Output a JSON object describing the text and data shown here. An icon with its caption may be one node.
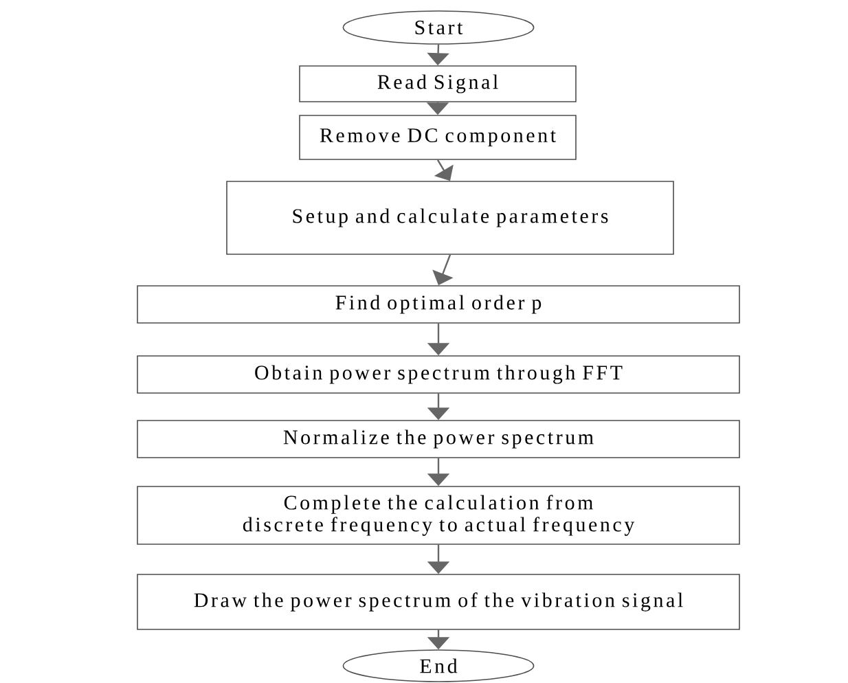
{
  "diagram": {
    "nodes": [
      {
        "text": [
          "Start"
        ]
      },
      {
        "text": [
          "Read Signal"
        ]
      },
      {
        "text": [
          "Remove DC component"
        ]
      },
      {
        "text": [
          "Setup and calculate parameters"
        ]
      },
      {
        "text": [
          "Find optimal order p"
        ]
      },
      {
        "text": [
          "Obtain power spectrum through FFT"
        ]
      },
      {
        "text": [
          "Normalize the power spectrum"
        ]
      },
      {
        "text": [
          "Complete the calculation from discrete frequency to actual frequency"
        ]
      },
      {
        "text": [
          "Draw the power spectrum of the vibration signal"
        ]
      },
      {
        "text": [
          "End"
        ]
      }
    ],
    "edges": [
      {
        "from": 0,
        "to": 1,
        "arrow": "to"
      },
      {
        "from": 1,
        "to": 2,
        "arrow": "to"
      },
      {
        "from": 2,
        "to": 3,
        "arrow": "to"
      },
      {
        "from": 3,
        "to": 4,
        "arrow": "to"
      },
      {
        "from": 4,
        "to": 5,
        "arrow": "to"
      },
      {
        "from": 5,
        "to": 6,
        "arrow": "to"
      },
      {
        "from": 6,
        "to": 7,
        "arrow": "to"
      },
      {
        "from": 7,
        "to": 8,
        "arrow": "to"
      },
      {
        "from": 8,
        "to": 9,
        "arrow": "to"
      }
    ]
  }
}
